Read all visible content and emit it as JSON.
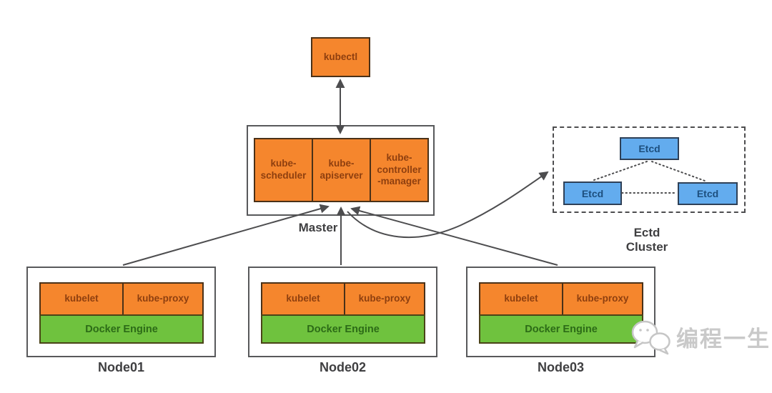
{
  "kubectl": {
    "label": "kubectl"
  },
  "master": {
    "label": "Master",
    "components": [
      {
        "label": "kube-\nscheduler"
      },
      {
        "label": "kube-\napiserver"
      },
      {
        "label": "kube-\ncontroller\n-manager"
      }
    ]
  },
  "etcd_cluster": {
    "label": "Ectd Cluster",
    "members": [
      {
        "label": "Etcd"
      },
      {
        "label": "Etcd"
      },
      {
        "label": "Etcd"
      }
    ]
  },
  "nodes": [
    {
      "label": "Node01",
      "components": [
        {
          "label": "kubelet"
        },
        {
          "label": "kube-proxy"
        }
      ],
      "engine": {
        "label": "Docker Engine"
      }
    },
    {
      "label": "Node02",
      "components": [
        {
          "label": "kubelet"
        },
        {
          "label": "kube-proxy"
        }
      ],
      "engine": {
        "label": "Docker Engine"
      }
    },
    {
      "label": "Node03",
      "components": [
        {
          "label": "kubelet"
        },
        {
          "label": "kube-proxy"
        }
      ],
      "engine": {
        "label": "Docker Engine"
      }
    }
  ],
  "watermark": {
    "text": "编程一生",
    "icon": "chat-bubbles-icon"
  },
  "colors": {
    "component_orange": "#F5862D",
    "component_border": "#4A3118",
    "component_text": "#8E3F0F",
    "engine_green": "#6FC23E",
    "engine_text": "#2C6B17",
    "etcd_blue": "#63ACEE",
    "etcd_text": "#1D4F7E",
    "container_border": "#58595B",
    "arrow_line": "#4D4D4F",
    "label_text": "#3F3F41",
    "watermark_gray": "#C9C9C9"
  }
}
